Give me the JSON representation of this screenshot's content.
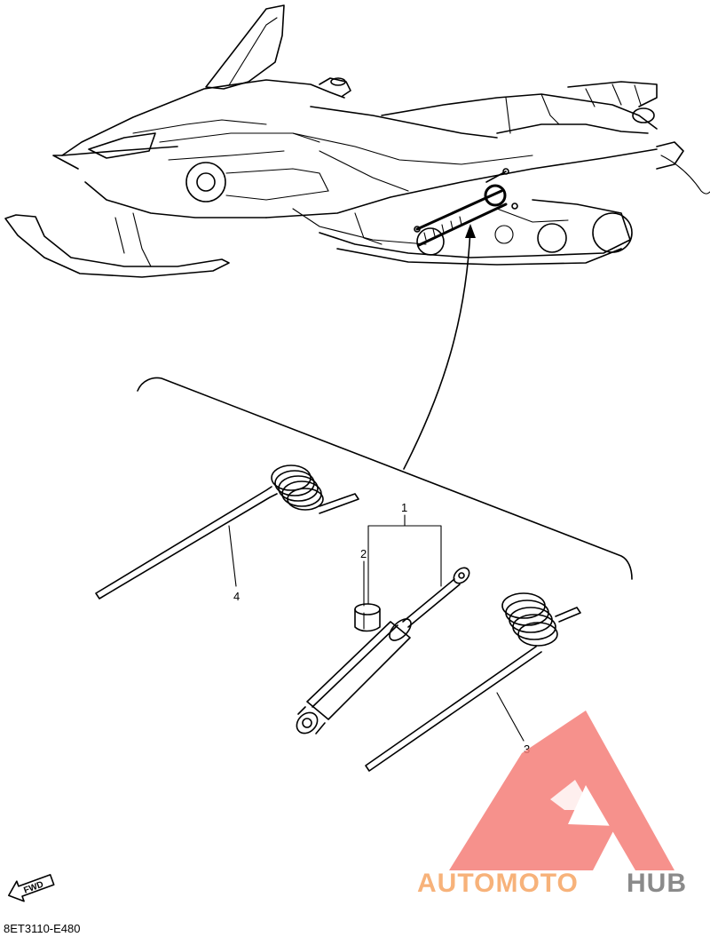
{
  "diagram": {
    "callouts": [
      {
        "id": "1",
        "label": "1"
      },
      {
        "id": "2",
        "label": "2"
      },
      {
        "id": "3",
        "label": "3"
      },
      {
        "id": "4",
        "label": "4"
      }
    ],
    "direction_badge": "FWD",
    "diagram_code": "8ET3110-E480"
  },
  "watermark": {
    "part1": "AUTOMOTO",
    "part2": "HUB",
    "color_primary": "#f7b27a",
    "color_secondary": "#8a8a8a",
    "triangle_color": "#f47e78"
  }
}
